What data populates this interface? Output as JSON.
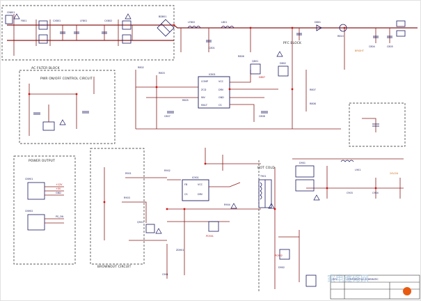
{
  "blocks": {
    "ac_filter": "AC FILTER BLOCK",
    "pfc": "PFC BLOCK",
    "pwr_control": "PWR ON/OFF CONTROL CIRCUIT",
    "power_output": "POWER OUTPUT",
    "brownout": "BROWNOUT CIRCUIT",
    "hot_cold": "HOT   COLD"
  },
  "ics": {
    "pfc_ic": {
      "name": "IC801",
      "pins": [
        "COMP",
        "VCC",
        "ZCD",
        "DRV",
        "INV",
        "GND",
        "MULT",
        "CS"
      ]
    },
    "pwm_ic": {
      "name": "IC901",
      "pins": [
        "FB",
        "VCC",
        "CS",
        "DRV"
      ]
    }
  },
  "labels": {
    "top": [
      "CN801",
      "F801",
      "CX801",
      "LF801",
      "CX802",
      "BD801",
      "LF802",
      "C801",
      "L801",
      "D801",
      "R810",
      "C804",
      "C805"
    ],
    "mid": [
      "R802",
      "R803",
      "R805",
      "Q801",
      "R806",
      "C807",
      "R807",
      "R808",
      "D802",
      "C808"
    ],
    "lower": [
      "R901",
      "R902",
      "R903",
      "Q901",
      "ZD901",
      "C901",
      "R904",
      "T901",
      "D901",
      "C903",
      "C904",
      "L901",
      "D902"
    ],
    "out": [
      "CN901",
      "CN902",
      "+12V",
      "+5V",
      "GND",
      "PS_ON"
    ],
    "red": [
      "D807",
      "PC901",
      "PC902"
    ],
    "orange": [
      "BRIGHT",
      "24V/2A"
    ]
  },
  "title_block": {
    "rev": "REV",
    "doc": "CONFIDENTIAL SCHEMATIC"
  },
  "watermark": "家电维修网"
}
